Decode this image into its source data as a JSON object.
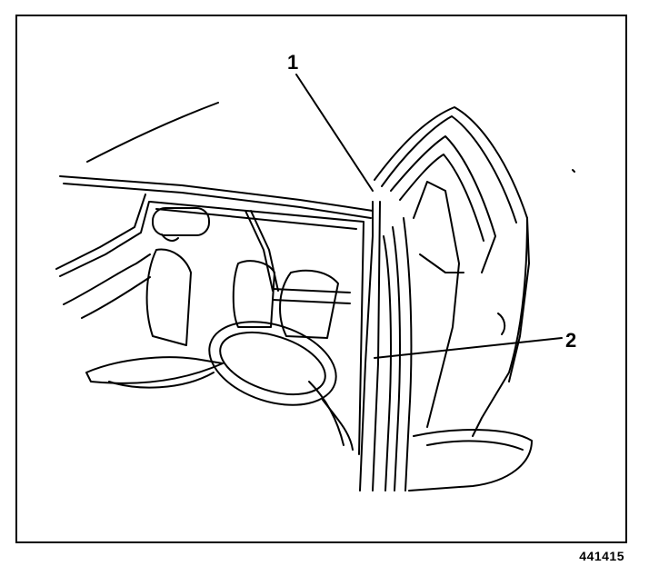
{
  "callouts": {
    "one": "1",
    "two": "2"
  },
  "figure_id": "441415",
  "colors": {
    "ink": "#000000",
    "paper": "#ffffff"
  }
}
